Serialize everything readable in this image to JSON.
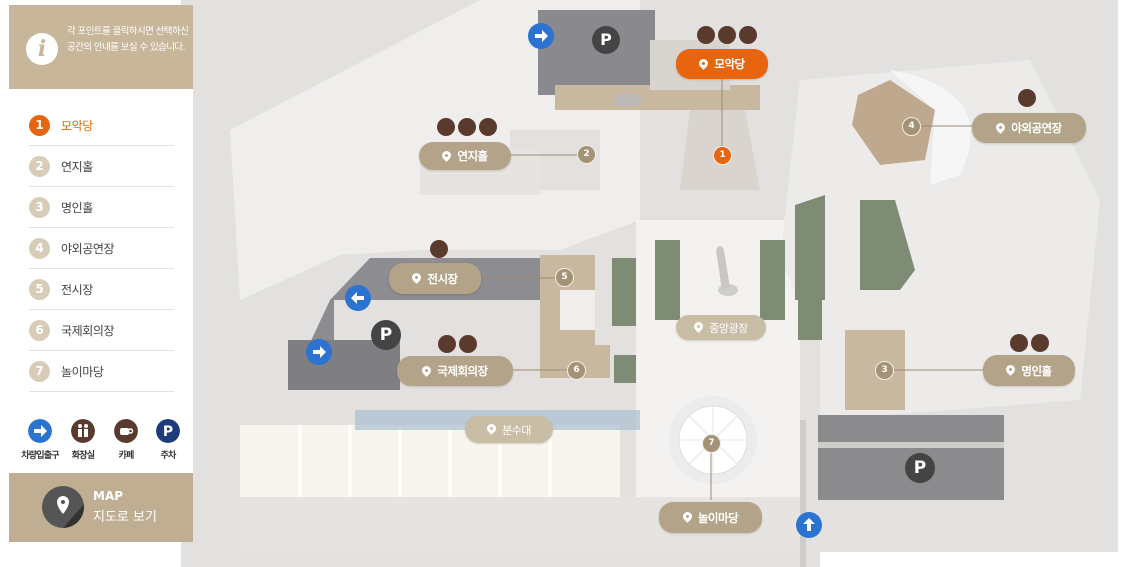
{
  "colors": {
    "accent": "#e8650f",
    "beige": "#b3a489",
    "sidebar_head": "#c7b699",
    "blue": "#2b73d0",
    "brown": "#5b3a2e",
    "navy": "#1f3c7a"
  },
  "info": {
    "text": "각 포인트를 클릭하시면 선택하신 공간의 안내를 보실 수 있습니다.",
    "icon": "info-icon"
  },
  "places": [
    {
      "num": "1",
      "label": "모악당",
      "active": true
    },
    {
      "num": "2",
      "label": "연지홀",
      "active": false
    },
    {
      "num": "3",
      "label": "명인홀",
      "active": false
    },
    {
      "num": "4",
      "label": "야외공연장",
      "active": false
    },
    {
      "num": "5",
      "label": "전시장",
      "active": false
    },
    {
      "num": "6",
      "label": "국제회의장",
      "active": false
    },
    {
      "num": "7",
      "label": "놀이마당",
      "active": false
    }
  ],
  "legend": [
    {
      "label": "차량입출구",
      "icon": "arrow-icon"
    },
    {
      "label": "화장실",
      "icon": "restroom-icon"
    },
    {
      "label": "카페",
      "icon": "cafe-icon"
    },
    {
      "label": "주차",
      "icon": "parking-icon"
    }
  ],
  "map_button": {
    "title": "MAP",
    "subtitle": "지도로 보기",
    "icon": "map-pin-icon"
  },
  "map_labels": {
    "moakdang": "모악당",
    "yeonjihall": "연지홀",
    "outdoor": "야외공연장",
    "exhibition": "전시장",
    "plaza": "중앙광장",
    "conference": "국제회의장",
    "myeonginhall": "명인홀",
    "fountain": "분수대",
    "playground": "놀이마당"
  },
  "markers": [
    "1",
    "2",
    "3",
    "4",
    "5",
    "6",
    "7"
  ],
  "parking_letter": "P"
}
